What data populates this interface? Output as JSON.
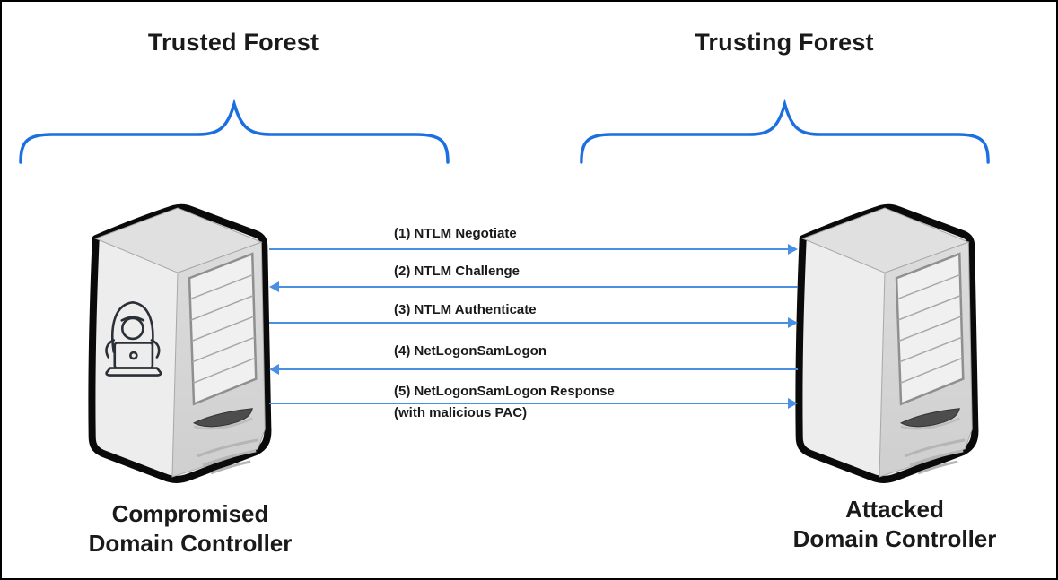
{
  "diagram": {
    "left_group": {
      "title": "Trusted Forest",
      "server_name": [
        "Compromised",
        "Domain Controller"
      ],
      "has_attacker_icon": true
    },
    "right_group": {
      "title": "Trusting Forest",
      "server_name": [
        "Attacked",
        "Domain Controller"
      ]
    },
    "messages": [
      {
        "label": "(1) NTLM Negotiate",
        "direction": "right"
      },
      {
        "label": "(2) NTLM Challenge",
        "direction": "left"
      },
      {
        "label": "(3) NTLM Authenticate",
        "direction": "right"
      },
      {
        "label": "(4) NetLogonSamLogon",
        "direction": "left"
      },
      {
        "label": "(5) NetLogonSamLogon Response",
        "label_line2": "(with malicious PAC)",
        "direction": "right"
      }
    ],
    "colors": {
      "arrow": "#4a90e2",
      "brace": "#1c6fe0",
      "text": "#1a1a1a",
      "border": "#000000",
      "server_body": "#ededed"
    }
  }
}
